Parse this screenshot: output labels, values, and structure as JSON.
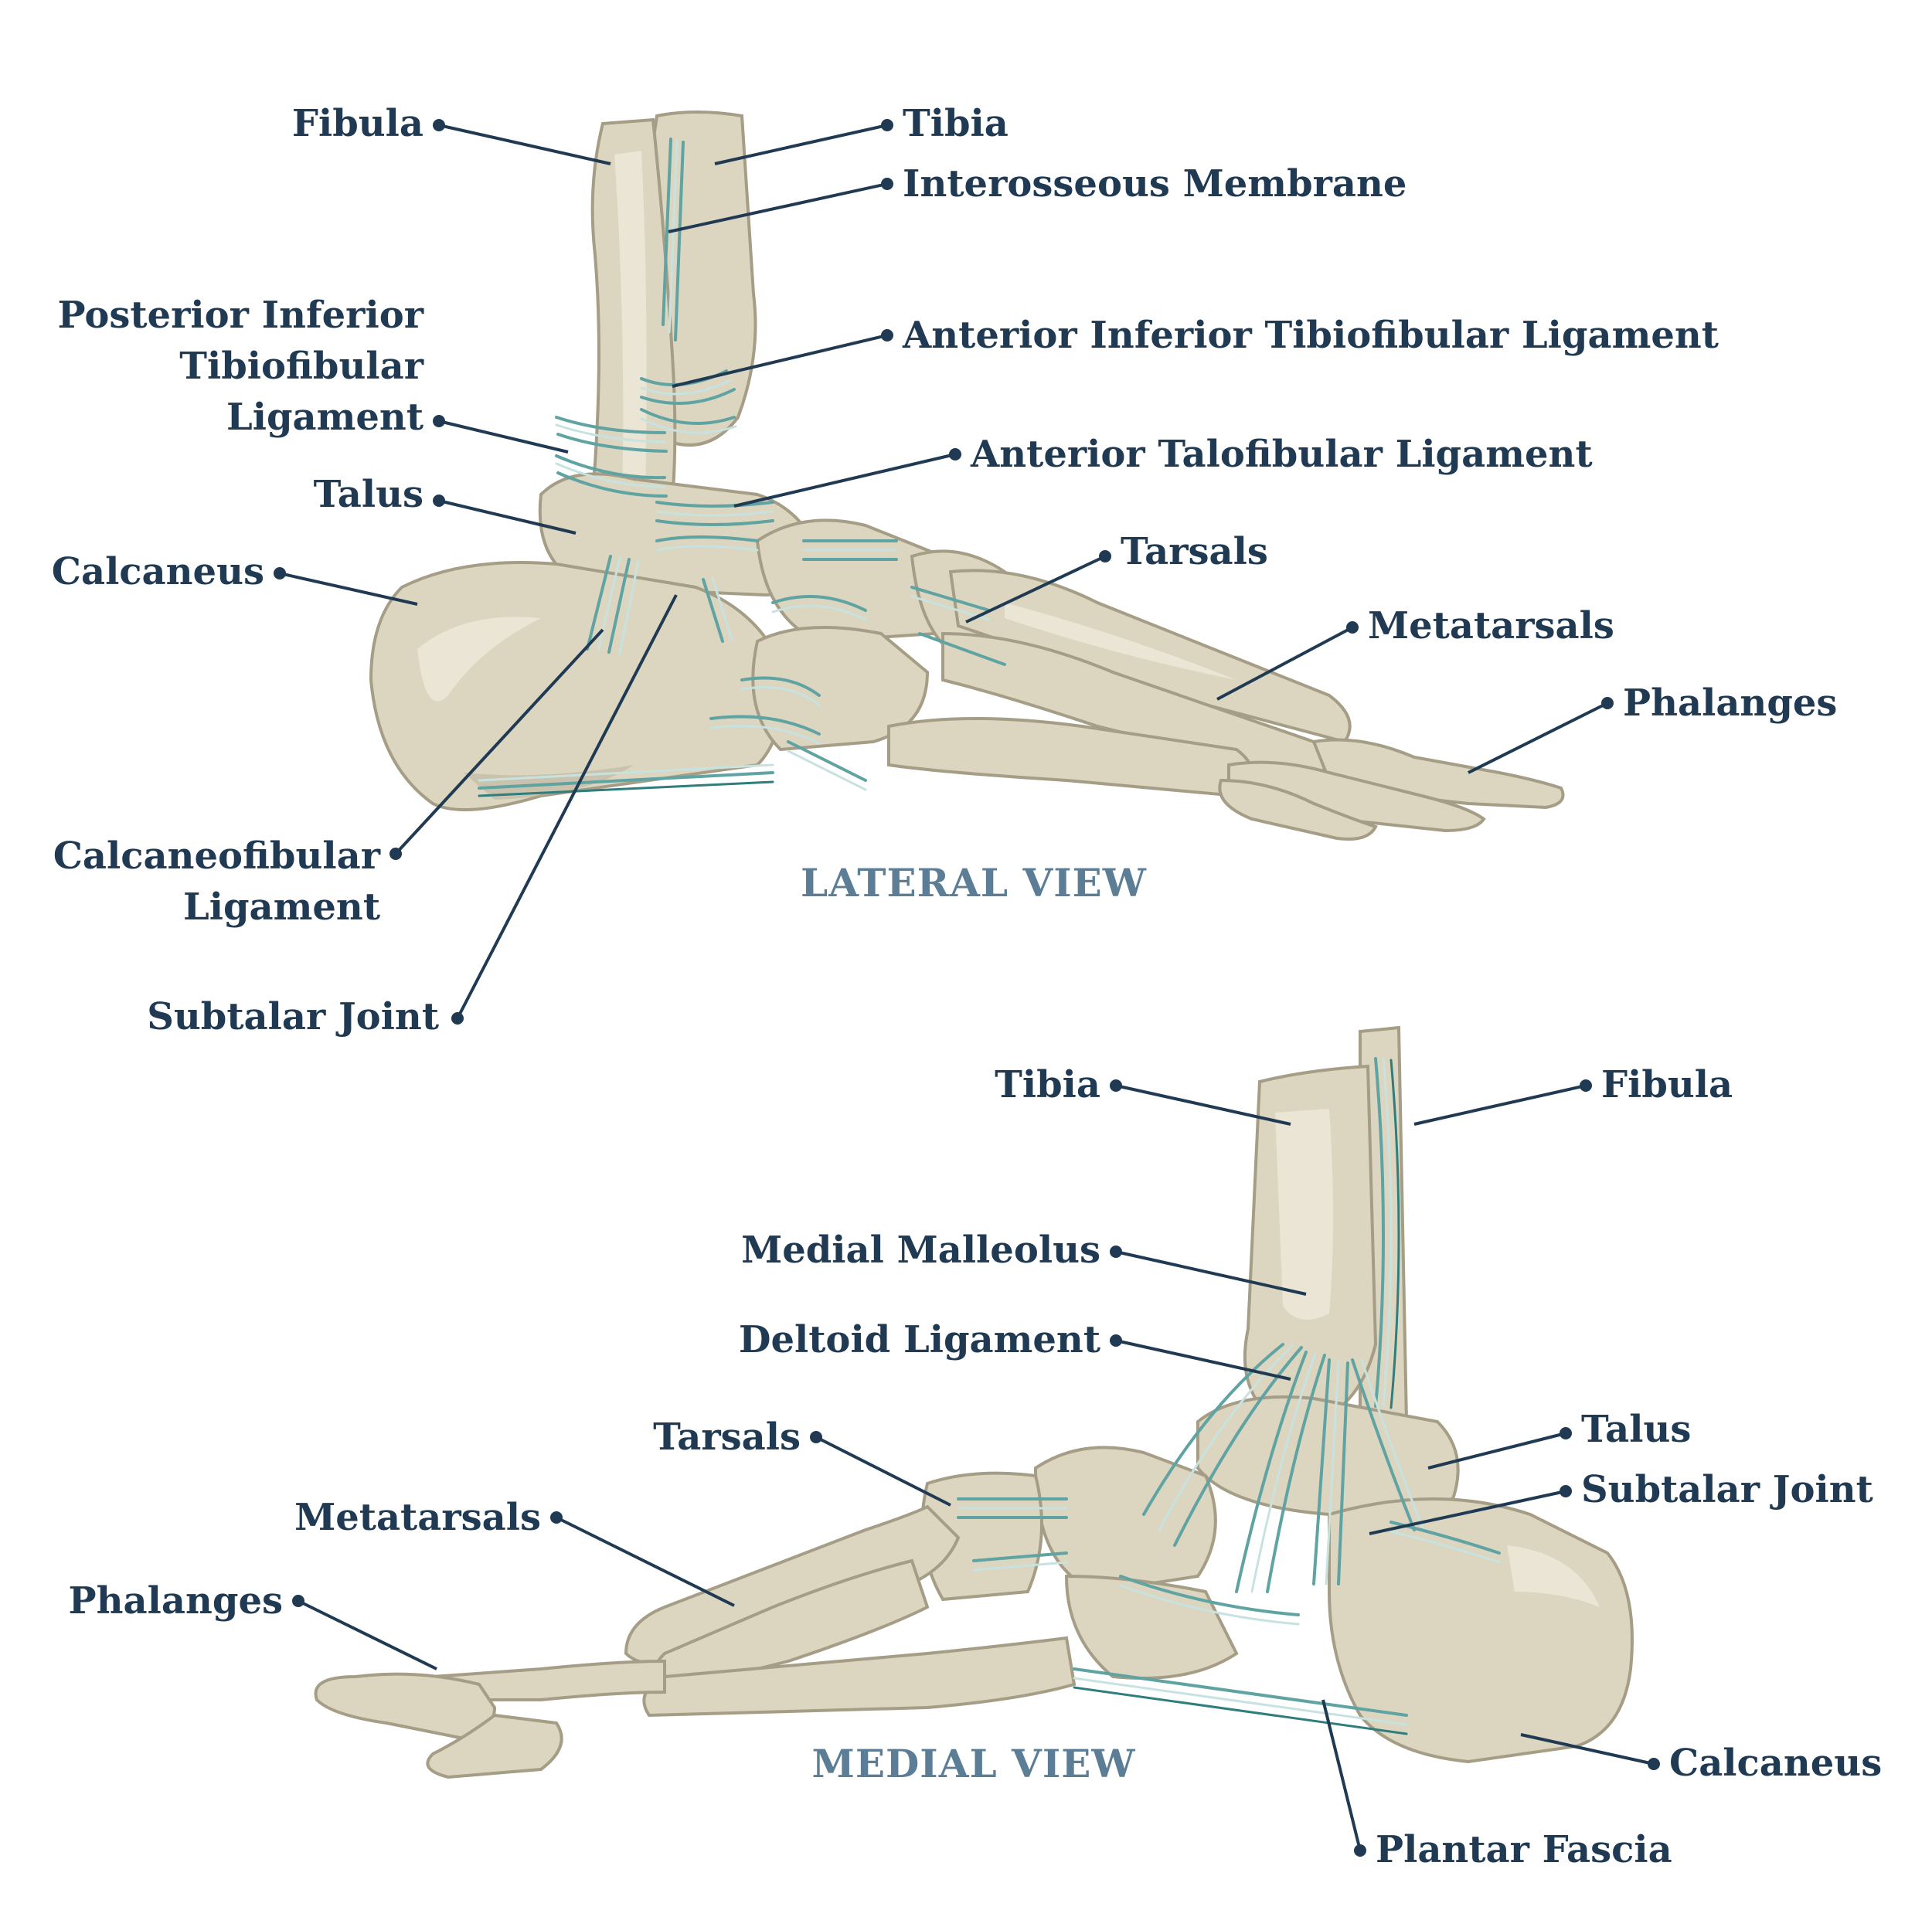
{
  "lateral": {
    "title": "LATERAL VIEW",
    "labels": {
      "fibula": "Fibula",
      "tibia": "Tibia",
      "interosseous": "Interosseous Membrane",
      "pitf_1": "Posterior Inferior",
      "pitf_2": "Tibiofibular",
      "pitf_3": "Ligament",
      "aitf": "Anterior Inferior Tibiofibular Ligament",
      "atf": "Anterior Talofibular Ligament",
      "talus": "Talus",
      "calcaneus": "Calcaneus",
      "tarsals": "Tarsals",
      "metatarsals": "Metatarsals",
      "phalanges": "Phalanges",
      "cf_1": "Calcaneofibular",
      "cf_2": "Ligament",
      "subtalar": "Subtalar Joint"
    }
  },
  "medial": {
    "title": "MEDIAL VIEW",
    "labels": {
      "tibia": "Tibia",
      "fibula": "Fibula",
      "malleolus": "Medial Malleolus",
      "deltoid": "Deltoid Ligament",
      "tarsals": "Tarsals",
      "talus": "Talus",
      "subtalar": "Subtalar Joint",
      "metatarsals": "Metatarsals",
      "phalanges": "Phalanges",
      "calcaneus": "Calcaneus",
      "plantar": "Plantar Fascia"
    }
  },
  "colors": {
    "bone": "#dcd6c0",
    "ligament": "#5fa3a2",
    "label": "#1f3a52",
    "title": "#5c7d96"
  }
}
